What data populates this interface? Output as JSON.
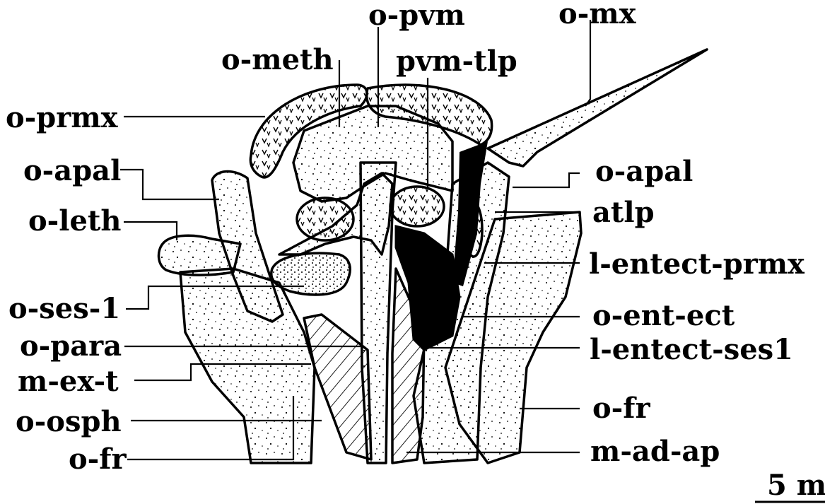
{
  "labels": {
    "o_pvm": "o-pvm",
    "o_mx": "o-mx",
    "o_meth": "o-meth",
    "pvm_tlp": "pvm-tlp",
    "o_prmx": "o-prmx",
    "o_apal_left": "o-apal",
    "o_apal_right": "o-apal",
    "o_leth": "o-leth",
    "atlp": "atlp",
    "l_entect_prmx": "l-entect-prmx",
    "o_ses_1": "o-ses-1",
    "o_ent_ect": "o-ent-ect",
    "o_para": "o-para",
    "l_entect_ses1": "l-entect-ses1",
    "m_ex_t": "m-ex-t",
    "o_fr_right": "o-fr",
    "o_osph": "o-osph",
    "o_fr_left": "o-fr",
    "m_ad_ap": "m-ad-ap"
  },
  "scale_bar": {
    "label": "5 m"
  }
}
